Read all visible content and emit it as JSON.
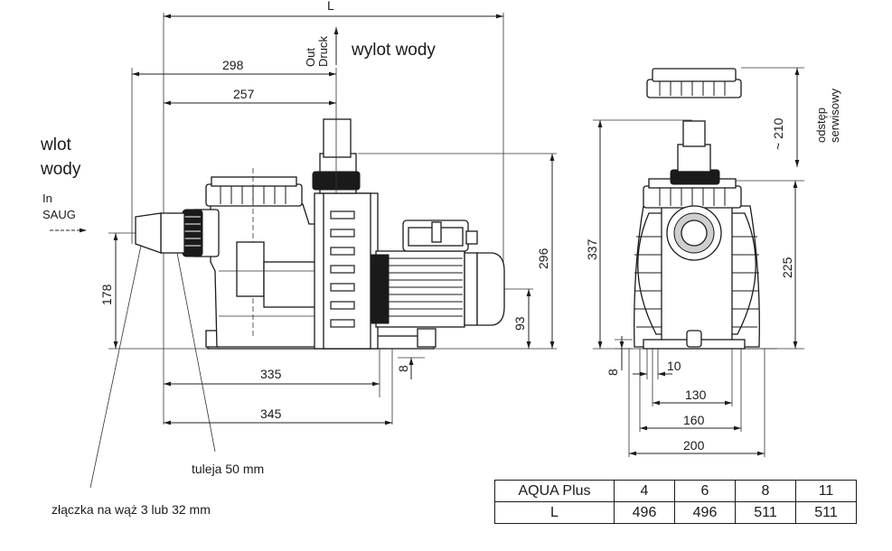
{
  "labels": {
    "outlet": "wylot wody",
    "out": "Out",
    "druck": "Druck",
    "inlet_line1": "wlot",
    "inlet_line2": "wody",
    "in": "In",
    "saug": "SAUG",
    "sleeve": "tuleja 50 mm",
    "hose_connector": "złączka na wąż 3 lub 32 mm",
    "service_gap_line1": "odstęp",
    "service_gap_line2": "serwisowy"
  },
  "dimensions": {
    "L": "L",
    "d298": "298",
    "d257": "257",
    "d296": "296",
    "d178": "178",
    "d93": "93",
    "d335": "335",
    "d345": "345",
    "d8_side": "8",
    "d210": "~ 210",
    "d337": "337",
    "d225": "225",
    "d8_front": "8",
    "d10": "10",
    "d130": "130",
    "d160": "160",
    "d200": "200"
  },
  "table": {
    "header_label": "AQUA Plus",
    "models": [
      "4",
      "6",
      "8",
      "11"
    ],
    "row_label": "L",
    "lengths": [
      "496",
      "496",
      "511",
      "511"
    ]
  }
}
